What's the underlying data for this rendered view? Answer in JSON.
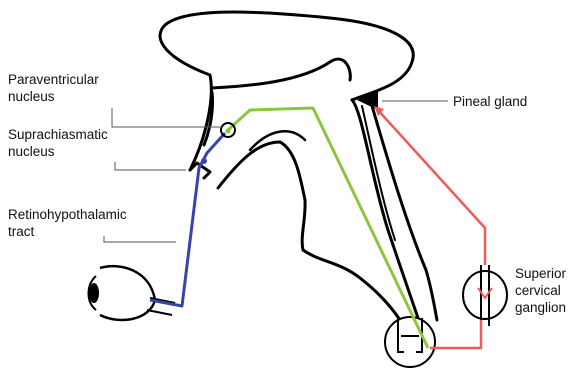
{
  "labels": {
    "paraventricular": [
      "Paraventricular",
      "nucleus"
    ],
    "suprachiasmatic": [
      "Suprachiasmatic",
      "nucleus"
    ],
    "retinohypothalamic": [
      "Retinohypothalamic",
      "tract"
    ],
    "pineal": [
      "Pineal gland"
    ],
    "superior_cervical": [
      "Superior",
      "cervical",
      "ganglion"
    ]
  },
  "colors": {
    "outline": "#000000",
    "retinohypothalamic_pathway": "#3a44a8",
    "hypothalamic_spinal_pathway": "#8cc63f",
    "sympathetic_pathway": "#f05a5a",
    "leader_line": "#555555"
  }
}
